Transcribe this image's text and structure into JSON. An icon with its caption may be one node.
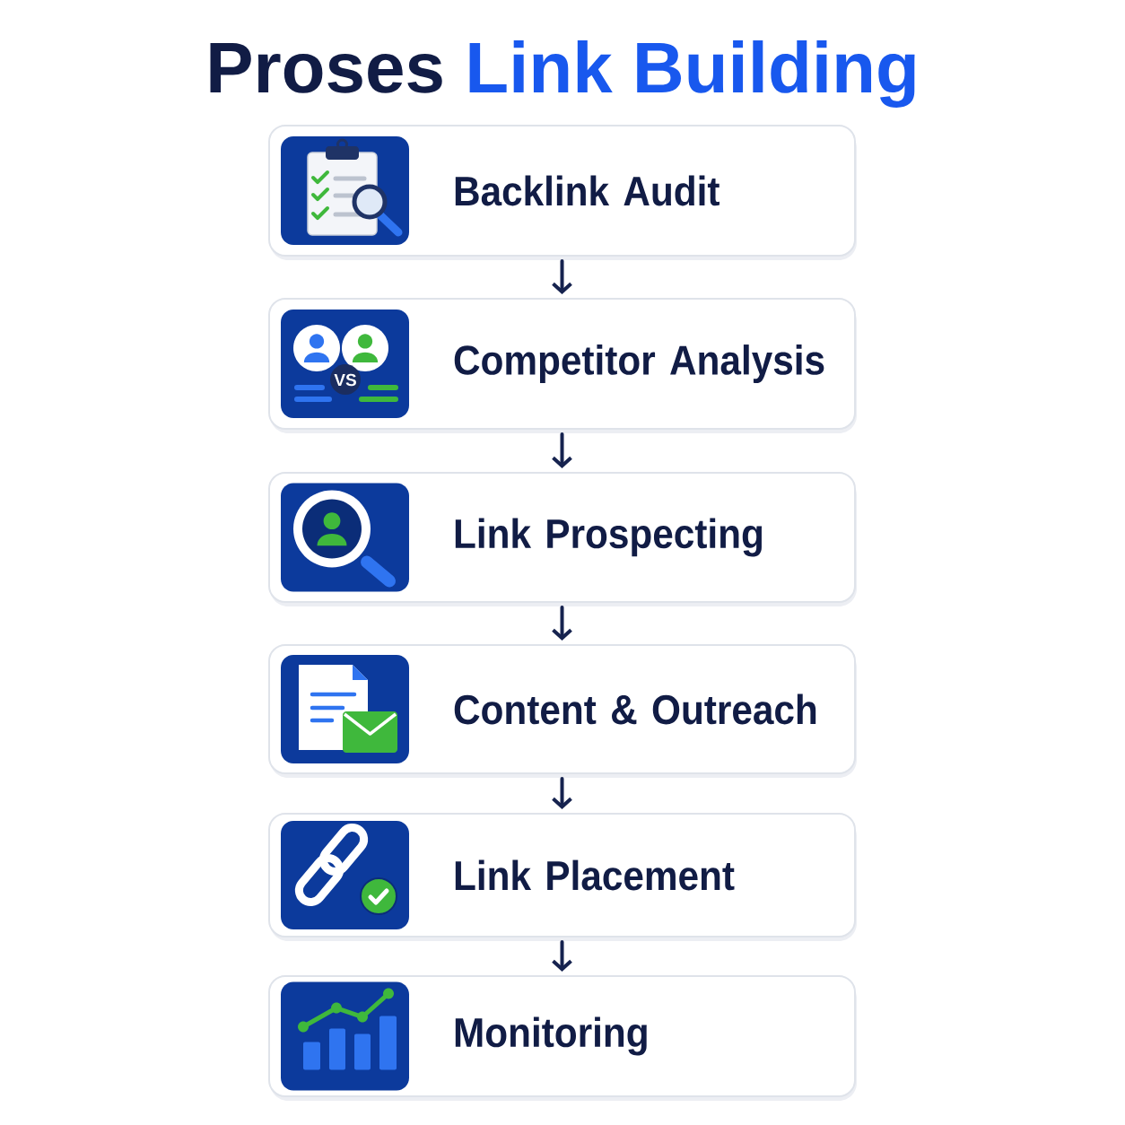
{
  "diagram": {
    "title": "Proses Link Building",
    "nodes": [
      {
        "text": [
          "Backlink Audit"
        ]
      },
      {
        "text": [
          "Competitor Analysis"
        ]
      },
      {
        "text": [
          "Link Prospecting"
        ]
      },
      {
        "text": [
          "Content & Outreach"
        ]
      },
      {
        "text": [
          "Link Placement"
        ]
      },
      {
        "text": [
          "Monitoring"
        ]
      }
    ],
    "edges": [
      {
        "from": 0,
        "to": 1,
        "arrow": "to"
      },
      {
        "from": 1,
        "to": 2,
        "arrow": "to"
      },
      {
        "from": 2,
        "to": 3,
        "arrow": "to"
      },
      {
        "from": 3,
        "to": 4,
        "arrow": "to"
      },
      {
        "from": 4,
        "to": 5,
        "arrow": "to"
      }
    ],
    "labels": [
      "VS"
    ]
  }
}
